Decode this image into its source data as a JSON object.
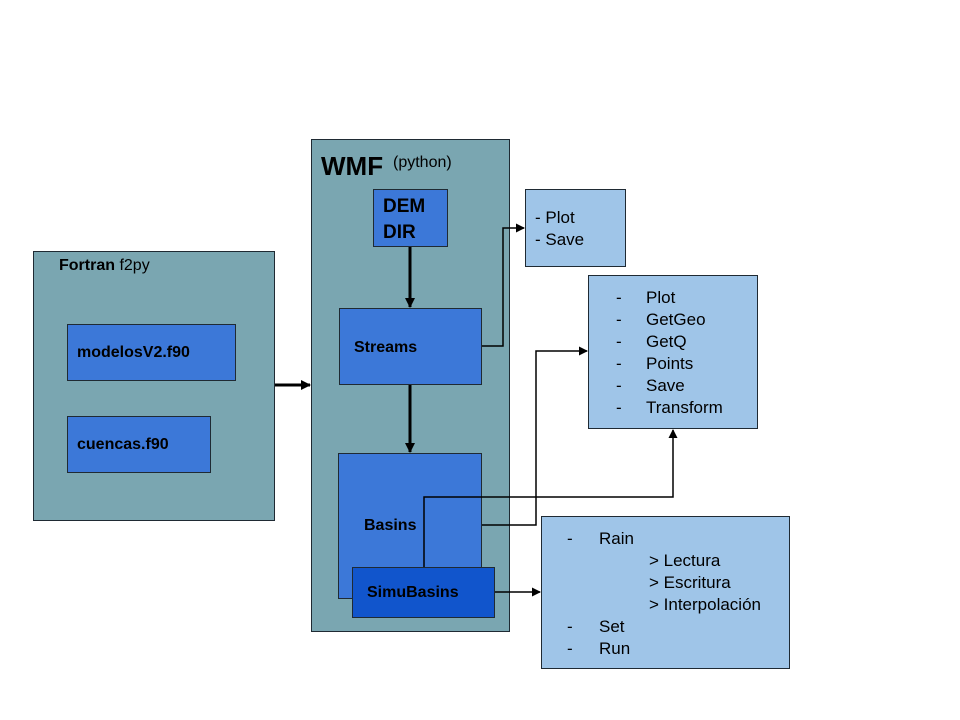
{
  "fortran": {
    "title_bold": "Fortran",
    "title_rest": " f2py",
    "modules": [
      "modelosV2.f90",
      "cuencas.f90"
    ]
  },
  "wmf": {
    "title": "WMF",
    "subtitle": "(python)",
    "dem_lines": [
      "DEM",
      "DIR"
    ],
    "streams": "Streams",
    "basins": "Basins",
    "simubasins": "SimuBasins"
  },
  "dem_methods": [
    "- Plot",
    "- Save"
  ],
  "streams_methods": {
    "bullet": "-",
    "items": [
      "Plot",
      "GetGeo",
      "GetQ",
      "Points",
      "Save",
      "Transform"
    ]
  },
  "simu_methods": {
    "bullet": "-",
    "rain": "Rain",
    "rain_sub": [
      "> Lectura",
      "> Escritura",
      "> Interpolación"
    ],
    "items": [
      "Set",
      "Run"
    ]
  },
  "colors": {
    "container": "#7aa6b1",
    "node": "#3c78d8",
    "node_dark": "#1155cc",
    "method_box": "#9fc5e8",
    "line": "#000000"
  }
}
